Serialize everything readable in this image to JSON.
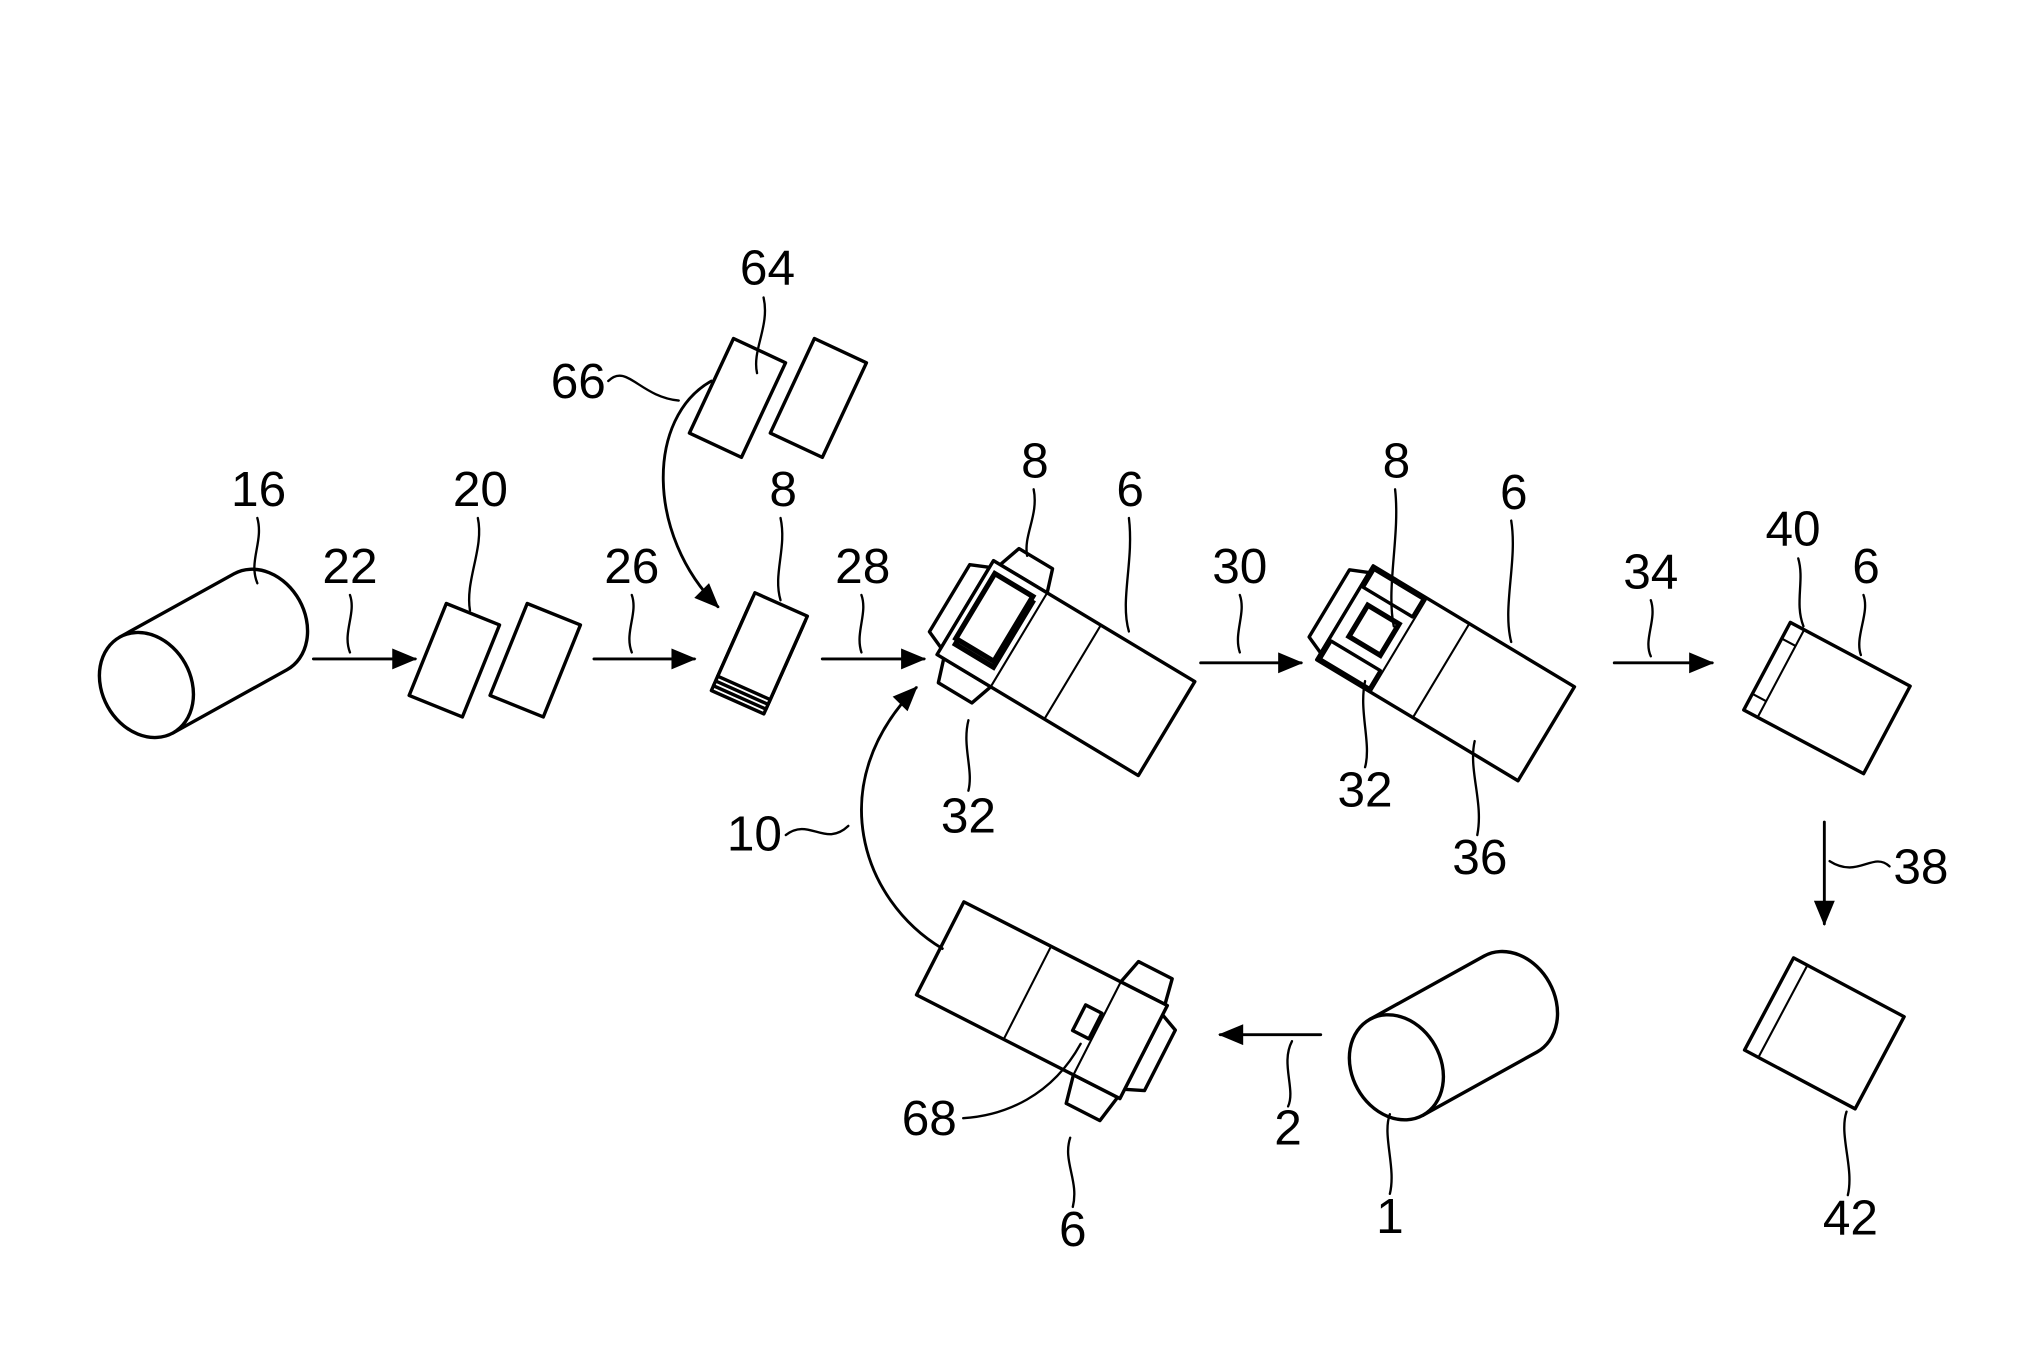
{
  "figure": {
    "reference_numerals": {
      "roll_16": "16",
      "step_22": "22",
      "blanks_20": "20",
      "step_26": "26",
      "blanks_64": "64",
      "feed_66": "66",
      "stack_8_a": "8",
      "step_28": "28",
      "stack_8_b": "8",
      "carton_6_a": "6",
      "flap_32_a": "32",
      "step_30": "30",
      "stack_8_c": "8",
      "carton_6_b": "6",
      "flap_32_b": "32",
      "panel_36": "36",
      "step_34": "34",
      "flap_40": "40",
      "carton_6_c": "6",
      "step_38": "38",
      "package_42": "42",
      "feed_10": "10",
      "mark_68": "68",
      "blank_6_d": "6",
      "step_2": "2",
      "roll_1": "1"
    }
  },
  "colors": {
    "ink": "#000000",
    "paper": "#ffffff"
  }
}
